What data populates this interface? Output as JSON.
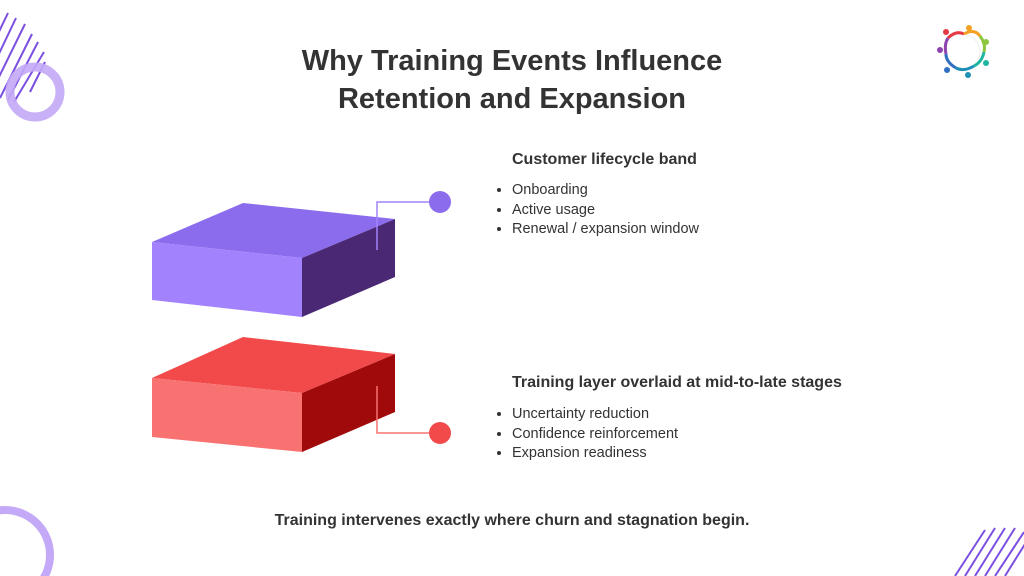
{
  "title_line1": "Why Training Events Influence",
  "title_line2": "Retention and Expansion",
  "lifecycle": {
    "heading": "Customer lifecycle band",
    "items": [
      "Onboarding",
      "Active usage",
      "Renewal / expansion window"
    ]
  },
  "training": {
    "heading": "Training layer overlaid at mid-to-late stages",
    "items": [
      "Uncertainty reduction",
      "Confidence reinforcement",
      "Expansion readiness"
    ]
  },
  "footer": "Training intervenes exactly where churn and stagnation begin.",
  "colors": {
    "purple": "#8b6ced",
    "red": "#f24a4a"
  }
}
